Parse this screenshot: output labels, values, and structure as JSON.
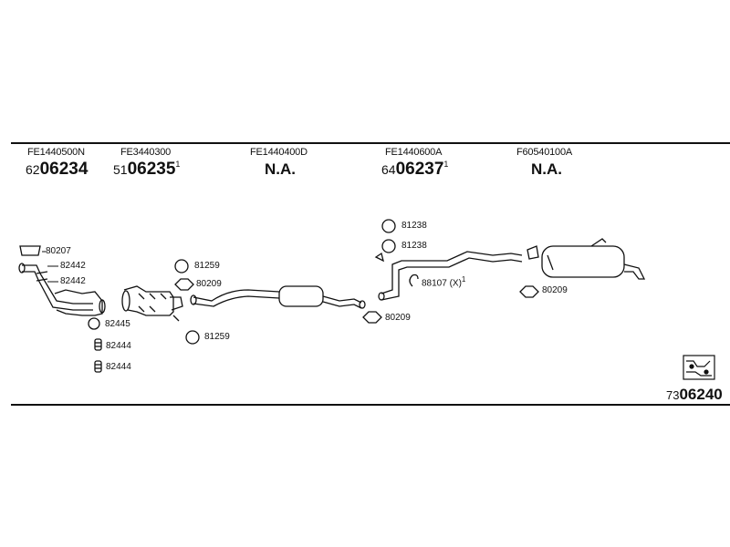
{
  "header_parts": [
    {
      "code": "FE1440500N",
      "ref_prefix": "62",
      "ref_main": "06234",
      "ref_sup": ""
    },
    {
      "code": "FE3440300",
      "ref_prefix": "51",
      "ref_main": "06235",
      "ref_sup": "1"
    },
    {
      "code": "FE1440400D",
      "na": "N.A."
    },
    {
      "code": "FE1440600A",
      "ref_prefix": "64",
      "ref_main": "06237",
      "ref_sup": "1"
    },
    {
      "code": "F60540100A",
      "na": "N.A."
    }
  ],
  "callouts": {
    "c80207": "80207",
    "c82442a": "82442",
    "c82442b": "82442",
    "c82445": "82445",
    "c82444a": "82444",
    "c82444b": "82444",
    "c81259a": "81259",
    "c80209a": "80209",
    "c81259b": "81259",
    "c80209b": "80209",
    "c81238a": "81238",
    "c81238b": "81238",
    "c88107": "88107 (X)",
    "c88107sup": "1",
    "c80209c": "80209"
  },
  "assembly": {
    "prefix": "73",
    "main": "06240"
  }
}
